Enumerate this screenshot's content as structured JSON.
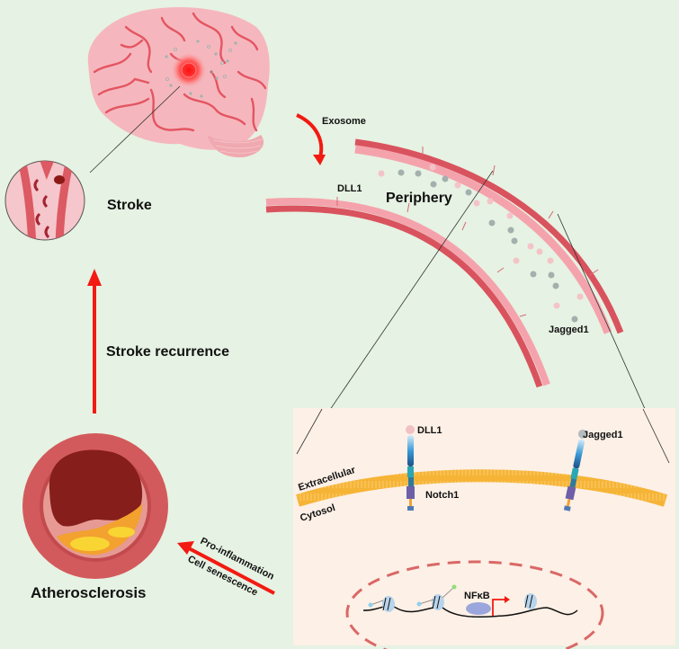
{
  "labels": {
    "stroke": "Stroke",
    "exosome": "Exosome",
    "periphery": "Periphery",
    "dll1_vessel": "DLL1",
    "jagged1_vessel": "Jagged1",
    "stroke_recurrence": "Stroke recurrence",
    "atherosclerosis": "Atherosclerosis",
    "pro_inflammation": "Pro-inflammation",
    "cell_senescence": "Cell senescence",
    "extracellular": "Extracellular",
    "cytosol": "Cytosol",
    "dll1_receptor": "DLL1",
    "jagged1_receptor": "Jagged1",
    "notch1": "Notch1",
    "nfkb": "NFκB"
  },
  "colors": {
    "background": "#e6f2e3",
    "arrow_red": "#f21a12",
    "vessel_wall": "#d9535e",
    "endothelium": "#f4a3ac",
    "brain": "#f5b7bd",
    "brain_sulci": "#e45562",
    "membrane": "#f6b436",
    "inset_bg": "#fdf0e6",
    "exosome_pink": "#f4c3c8",
    "exosome_gray": "#a3b0ad",
    "nucleus_dash": "#d96866"
  }
}
